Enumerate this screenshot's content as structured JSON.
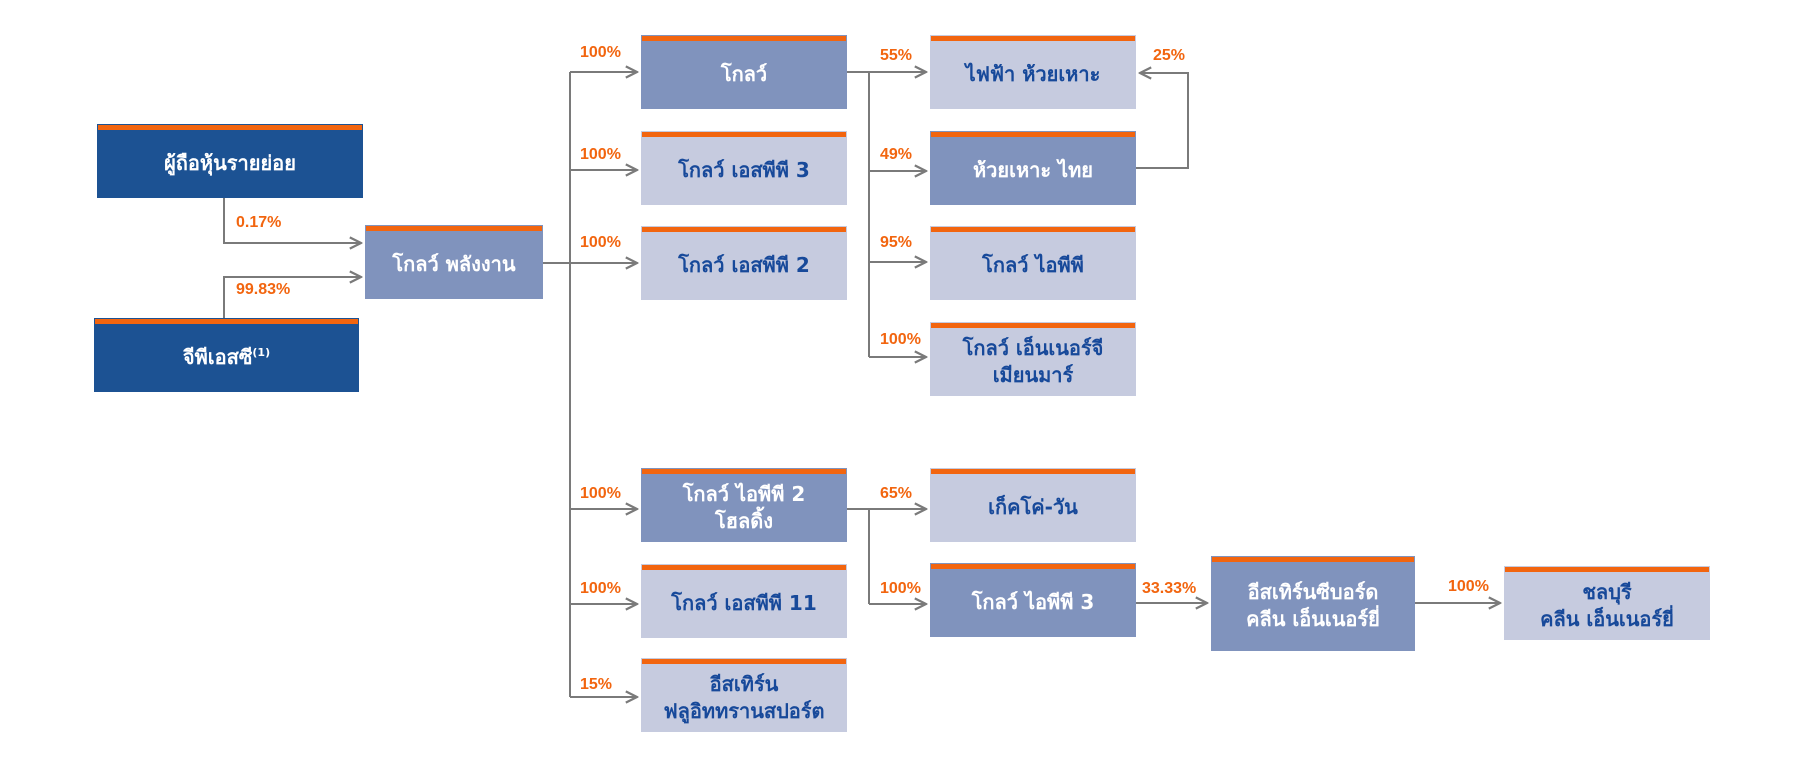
{
  "colors": {
    "dark_box": "#1c5293",
    "mid_box": "#8093bd",
    "light_box": "#c6cbdf",
    "accent_bar": "#f2650f",
    "percent_text": "#f2650f",
    "light_box_text": "#17499a",
    "connector": "#7a7a7a"
  },
  "entities": {
    "retail_shareholders": {
      "label": "ผู้ถือหุ้นรายย่อย",
      "style": "dark"
    },
    "gpsc": {
      "label": "จีพีเอสซี",
      "footnote": "(1)",
      "style": "dark"
    },
    "glow_energy": {
      "label": "โกลว์ พลังงาน",
      "style": "mid"
    },
    "glow": {
      "label": "โกลว์",
      "style": "mid"
    },
    "glow_spp3": {
      "label": "โกลว์ เอสพีพี 3",
      "style": "light"
    },
    "glow_spp2": {
      "label": "โกลว์ เอสพีพี 2",
      "style": "light"
    },
    "glow_ipp2_holding": {
      "label": "โกลว์ ไอพีพี 2\nโฮลดิ้ง",
      "style": "mid"
    },
    "glow_spp11": {
      "label": "โกลว์ เอสพีพี 11",
      "style": "light"
    },
    "eastern_fluid_transport": {
      "label": "อีสเทิร์น\nฟลูอิททรานสปอร์ต",
      "style": "light"
    },
    "houay_ho_power": {
      "label": "ไฟฟ้า ห้วยเหาะ",
      "style": "light"
    },
    "houay_ho_thai": {
      "label": "ห้วยเหาะ ไทย",
      "style": "mid"
    },
    "glow_ipp": {
      "label": "โกลว์ ไอพีพี",
      "style": "light"
    },
    "glow_energy_myanmar": {
      "label": "โกลว์ เอ็นเนอร์จี\nเมียนมาร์",
      "style": "light"
    },
    "xeco_one": {
      "label": "เก็คโค่-วัน",
      "style": "light"
    },
    "glow_ipp3": {
      "label": "โกลว์ ไอพีพี 3",
      "style": "mid"
    },
    "eastern_seaboard_clean_energy": {
      "label": "อีสเทิร์นซีบอร์ด\nคลีน เอ็นเนอร์ยี่",
      "style": "mid"
    },
    "chonburi_clean_energy": {
      "label": "ชลบุรี\nคลีน เอ็นเนอร์ยี่",
      "style": "light"
    }
  },
  "ownership": [
    {
      "from": "retail_shareholders",
      "to": "glow_energy",
      "percent": "0.17%"
    },
    {
      "from": "gpsc",
      "to": "glow_energy",
      "percent": "99.83%"
    },
    {
      "from": "glow_energy",
      "to": "glow",
      "percent": "100%"
    },
    {
      "from": "glow_energy",
      "to": "glow_spp3",
      "percent": "100%"
    },
    {
      "from": "glow_energy",
      "to": "glow_spp2",
      "percent": "100%"
    },
    {
      "from": "glow_energy",
      "to": "glow_ipp2_holding",
      "percent": "100%"
    },
    {
      "from": "glow_energy",
      "to": "glow_spp11",
      "percent": "100%"
    },
    {
      "from": "glow_energy",
      "to": "eastern_fluid_transport",
      "percent": "15%"
    },
    {
      "from": "glow",
      "to": "houay_ho_power",
      "percent": "55%"
    },
    {
      "from": "glow",
      "to": "houay_ho_thai",
      "percent": "49%"
    },
    {
      "from": "houay_ho_thai",
      "to": "houay_ho_power",
      "percent": "25%"
    },
    {
      "from": "glow",
      "to": "glow_ipp",
      "percent": "95%"
    },
    {
      "from": "glow",
      "to": "glow_energy_myanmar",
      "percent": "100%"
    },
    {
      "from": "glow_ipp2_holding",
      "to": "xeco_one",
      "percent": "65%"
    },
    {
      "from": "glow_ipp2_holding",
      "to": "glow_ipp3",
      "percent": "100%"
    },
    {
      "from": "glow_ipp3",
      "to": "eastern_seaboard_clean_energy",
      "percent": "33.33%"
    },
    {
      "from": "eastern_seaboard_clean_energy",
      "to": "chonburi_clean_energy",
      "percent": "100%"
    }
  ]
}
